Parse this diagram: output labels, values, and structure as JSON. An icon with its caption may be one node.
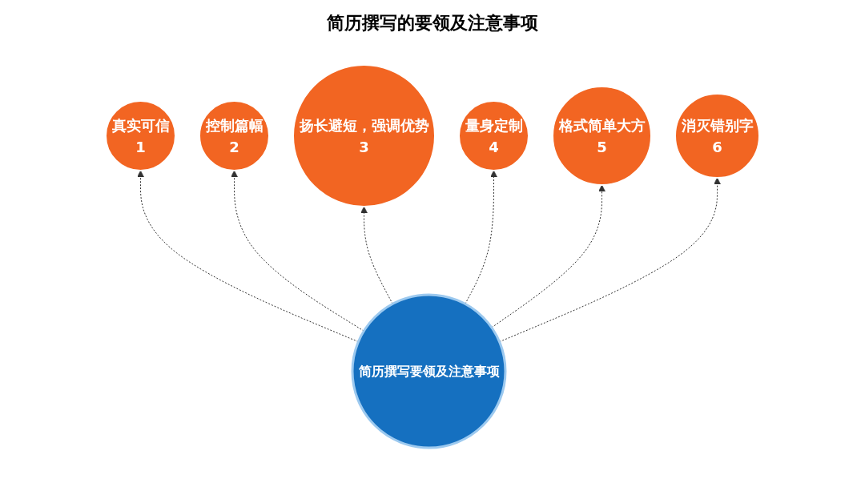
{
  "diagram": {
    "title": "简历撰写的要领及注意事项",
    "nodes": [
      {
        "text": [
          "真实可信",
          "1"
        ]
      },
      {
        "text": [
          "控制篇幅",
          "2"
        ]
      },
      {
        "text": [
          "扬长避短，强调优势",
          "3"
        ]
      },
      {
        "text": [
          "量身定制",
          "4"
        ]
      },
      {
        "text": [
          "格式简单大方",
          "5"
        ]
      },
      {
        "text": [
          "消灭错别字",
          "6"
        ]
      },
      {
        "text": [
          "简历撰写要领及注意事项"
        ]
      }
    ],
    "edges": [
      {
        "from": 6,
        "to": 0,
        "arrow": "to",
        "style": "dashed"
      },
      {
        "from": 6,
        "to": 1,
        "arrow": "to",
        "style": "dashed"
      },
      {
        "from": 6,
        "to": 2,
        "arrow": "to",
        "style": "dashed"
      },
      {
        "from": 6,
        "to": 3,
        "arrow": "to",
        "style": "dashed"
      },
      {
        "from": 6,
        "to": 4,
        "arrow": "to",
        "style": "dashed"
      },
      {
        "from": 6,
        "to": 5,
        "arrow": "to",
        "style": "dashed"
      }
    ]
  }
}
